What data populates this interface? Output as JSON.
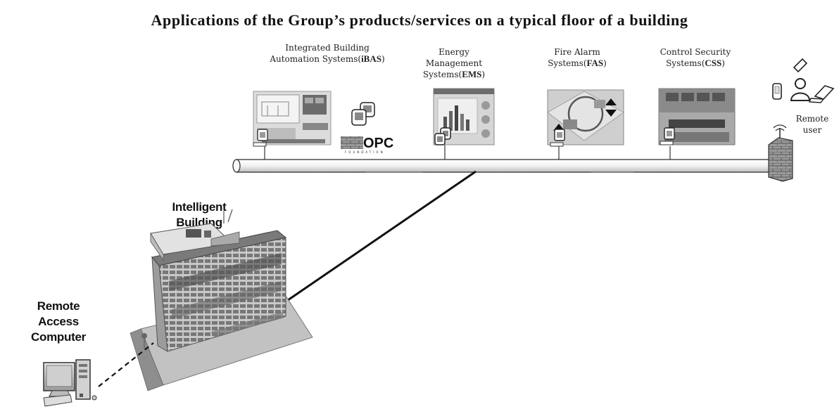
{
  "title": "Applications of the Group’s products/services on a typical floor of a building",
  "systems": [
    {
      "line1": "Integrated Building",
      "line2_plain": "Automation Systems",
      "line2_bold": "iBAS"
    },
    {
      "line1": "Energy Management",
      "line2_plain": "Systems",
      "line2_bold": "EMS"
    },
    {
      "line1": "Fire Alarm",
      "line2_plain": "Systems",
      "line2_bold": "FAS"
    },
    {
      "line1": "Control Security",
      "line2_plain": "Systems",
      "line2_bold": "CSS"
    }
  ],
  "opc_logo": "OPC",
  "opc_sub": "FOUNDATION",
  "remote_user": {
    "line1": "Remote",
    "line2": "user"
  },
  "intelligent_building": {
    "line1": "Intelligent",
    "line2": "Building"
  },
  "remote_access": {
    "line1": "Remote",
    "line2": "Access",
    "line3": "Computer"
  }
}
